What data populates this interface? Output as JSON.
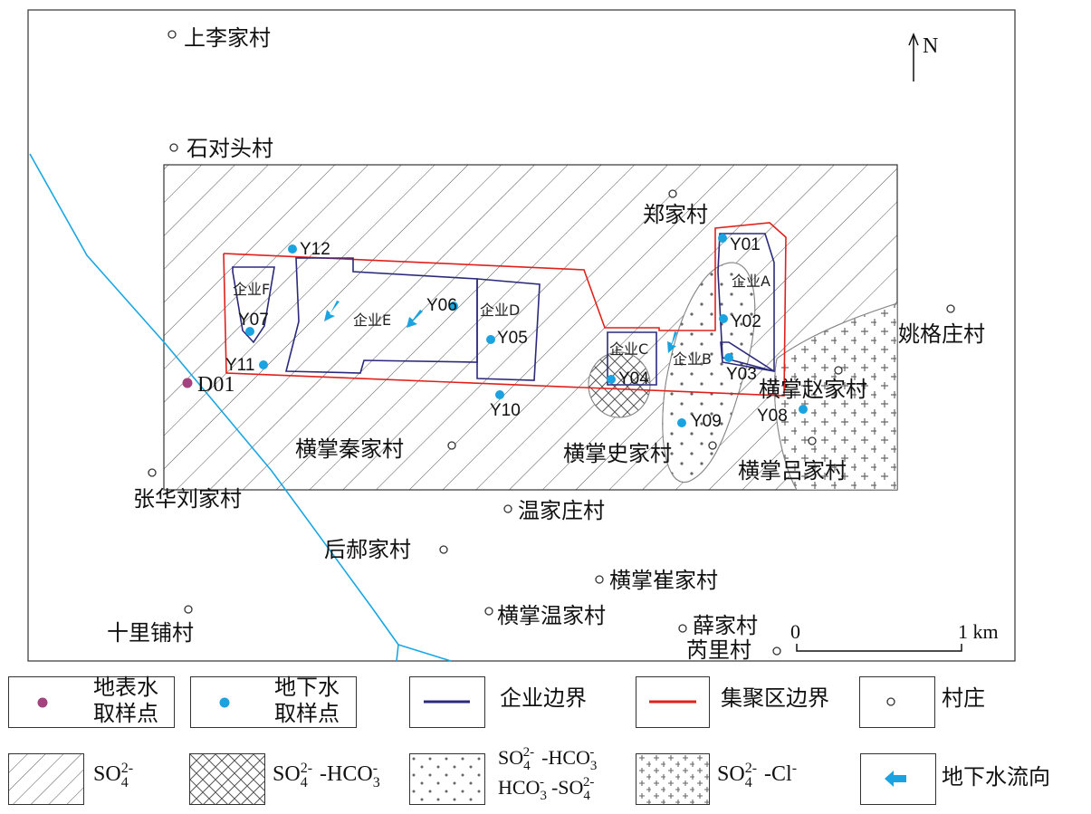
{
  "north_label": "N",
  "scale": {
    "zero": "0",
    "end": "1 km"
  },
  "villages": [
    {
      "name": "上李家村"
    },
    {
      "name": "石对头村"
    },
    {
      "name": "郑家村"
    },
    {
      "name": "姚格庄村"
    },
    {
      "name": "横掌赵家村"
    },
    {
      "name": "横掌秦家村"
    },
    {
      "name": "横掌史家村"
    },
    {
      "name": "横掌吕家村"
    },
    {
      "name": "张华刘家村"
    },
    {
      "name": "温家庄村"
    },
    {
      "name": "后郝家村"
    },
    {
      "name": "横掌崔家村"
    },
    {
      "name": "十里铺村"
    },
    {
      "name": "横掌温家村"
    },
    {
      "name": "薛家村"
    },
    {
      "name": "芮里村"
    }
  ],
  "groundwater_sites": [
    "Y01",
    "Y02",
    "Y03",
    "Y04",
    "Y05",
    "Y06",
    "Y07",
    "Y08",
    "Y09",
    "Y10",
    "Y11",
    "Y12"
  ],
  "surface_sites": [
    "D01"
  ],
  "enterprises": [
    "企业A",
    "企业B",
    "企业C",
    "企业D",
    "企业E",
    "企业F"
  ],
  "colors": {
    "surface_point": "#a3427f",
    "ground_point": "#1aa3e0",
    "enterprise_boundary": "#2b2a7a",
    "zone_boundary": "#e0211b",
    "river": "#19a7e3",
    "flow_arrow": "#1aa3e0"
  },
  "legend": {
    "surface": [
      "地表水",
      "取样点"
    ],
    "ground": [
      "地下水",
      "取样点"
    ],
    "enterprise_boundary": "企业边界",
    "zone_boundary": "集聚区边界",
    "village": "村庄",
    "so4": {
      "main": "SO",
      "sub": "4",
      "sup": "2-"
    },
    "so4_hco3": {
      "a": "SO",
      "asub": "4",
      "asup": "2-",
      "b": "-HCO",
      "bsub": "3",
      "bsup": "-"
    },
    "mixed_line1": {
      "a": "SO",
      "asub": "4",
      "asup": "2-",
      "b": "-HCO",
      "bsub": "3",
      "bsup": "-"
    },
    "mixed_line2": {
      "a": "HCO",
      "asub": "3",
      "asup": "-",
      "b": "-SO",
      "bsub": "4",
      "bsup": "2-"
    },
    "so4_cl": {
      "a": "SO",
      "asub": "4",
      "asup": "2-",
      "b": "-Cl",
      "bsup": "-"
    },
    "flow": "地下水流向"
  }
}
